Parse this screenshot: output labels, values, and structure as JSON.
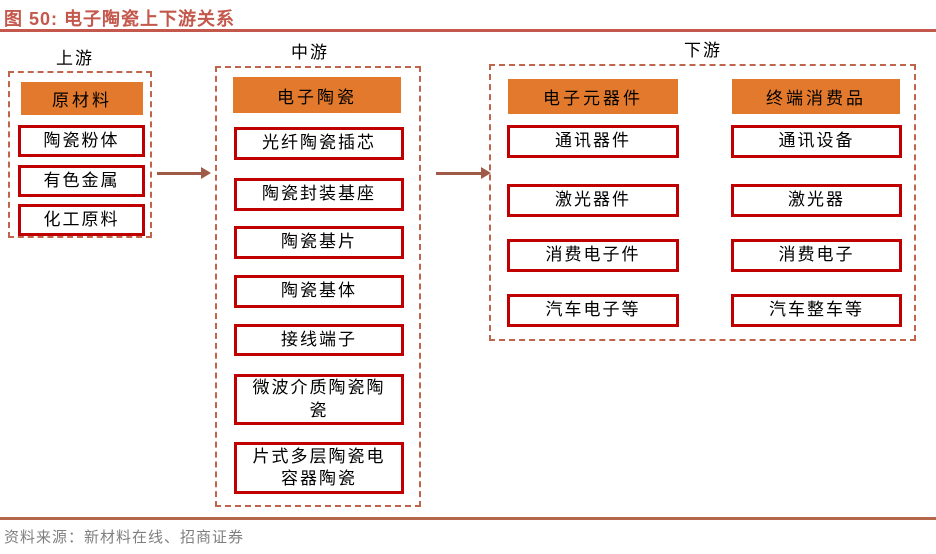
{
  "figure": {
    "title": "图 50:  电子陶瓷上下游关系",
    "source": "资料来源：新材料在线、招商证券"
  },
  "colors": {
    "title_accent": "#c4584c",
    "header_fill": "#e2792c",
    "box_border": "#c00000",
    "dashed_border": "#c0654c",
    "arrow": "#a05a48",
    "bottom_rule": "#b5674c",
    "source_text": "#7f7f7f"
  },
  "diagram": {
    "upstream": {
      "label": "上游",
      "header": "原材料",
      "items": [
        "陶瓷粉体",
        "有色金属",
        "化工原料"
      ]
    },
    "midstream": {
      "label": "中游",
      "header": "电子陶瓷",
      "items": [
        "光纤陶瓷插芯",
        "陶瓷封装基座",
        "陶瓷基片",
        "陶瓷基体",
        "接线端子",
        "微波介质陶瓷陶\n瓷",
        "片式多层陶瓷电\n容器陶瓷"
      ]
    },
    "downstream": {
      "label": "下游",
      "columns": [
        {
          "header": "电子元器件",
          "items": [
            "通讯器件",
            "激光器件",
            "消费电子件",
            "汽车电子等"
          ]
        },
        {
          "header": "终端消费品",
          "items": [
            "通讯设备",
            "激光器",
            "消费电子",
            "汽车整车等"
          ]
        }
      ]
    }
  }
}
